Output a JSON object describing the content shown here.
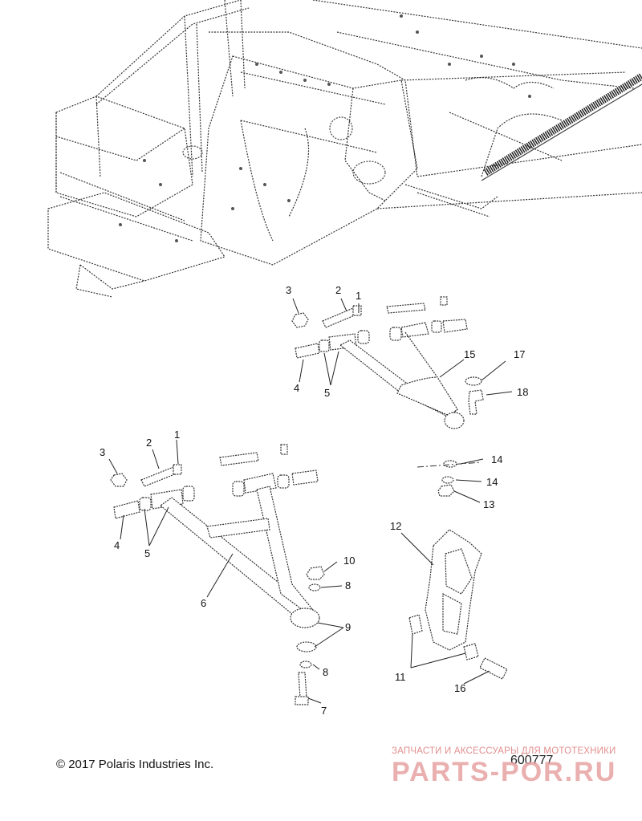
{
  "callouts": {
    "upper_1": "1",
    "upper_2": "2",
    "upper_3": "3",
    "upper_4": "4",
    "upper_5": "5",
    "upper_15": "15",
    "upper_17": "17",
    "upper_18": "18",
    "mid_14a": "14",
    "mid_14b": "14",
    "mid_13": "13",
    "lower_1": "1",
    "lower_2": "2",
    "lower_3": "3",
    "lower_4": "4",
    "lower_5": "5",
    "lower_6": "6",
    "lower_7": "7",
    "lower_8a": "8",
    "lower_8b": "8",
    "lower_9": "9",
    "lower_10": "10",
    "spindle_11": "11",
    "spindle_12": "12",
    "spindle_16": "16"
  },
  "footer": {
    "copyright": "© 2017 Polaris Industries Inc.",
    "figure_number": "600777"
  },
  "watermark": {
    "tagline": "ЗАПЧАСТИ И АКСЕССУАРЫ ДЛЯ МОТОТЕХНИКИ",
    "site": "PARTS-POR.RU",
    "color": "#e7a2a2"
  }
}
